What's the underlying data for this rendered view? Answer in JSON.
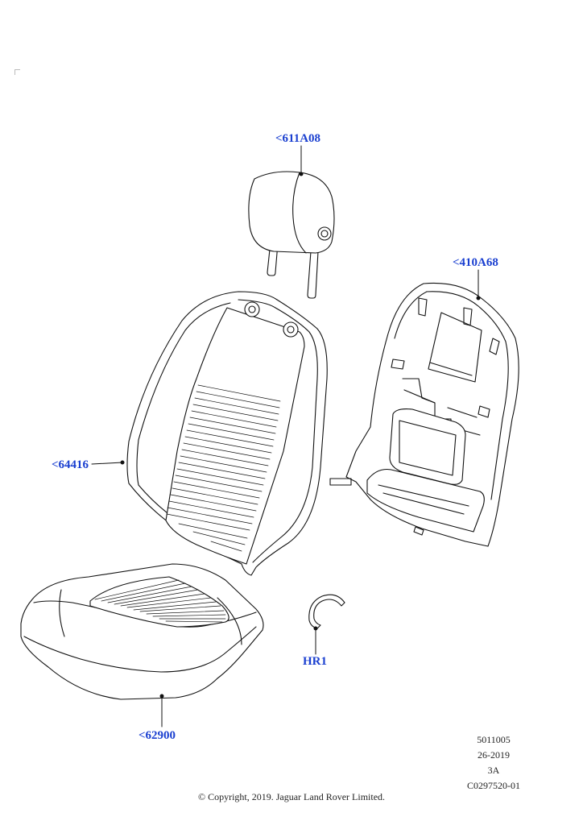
{
  "diagram": {
    "parts": [
      {
        "id": "headrest",
        "ref": "<611A08"
      },
      {
        "id": "backrest_panel",
        "ref": "<410A68"
      },
      {
        "id": "backrest_cover",
        "ref": "<64416"
      },
      {
        "id": "hog_ring",
        "ref": "HR1"
      },
      {
        "id": "cushion_cover",
        "ref": "<62900"
      }
    ],
    "reference": {
      "line1": "5011005",
      "line2": "26-2019",
      "line3": "3A",
      "line4": "C0297520-01"
    },
    "copyright": "© Copyright, 2019. Jaguar Land Rover Limited.",
    "colors": {
      "link": "#1a3fd0",
      "stroke": "#111111"
    }
  }
}
